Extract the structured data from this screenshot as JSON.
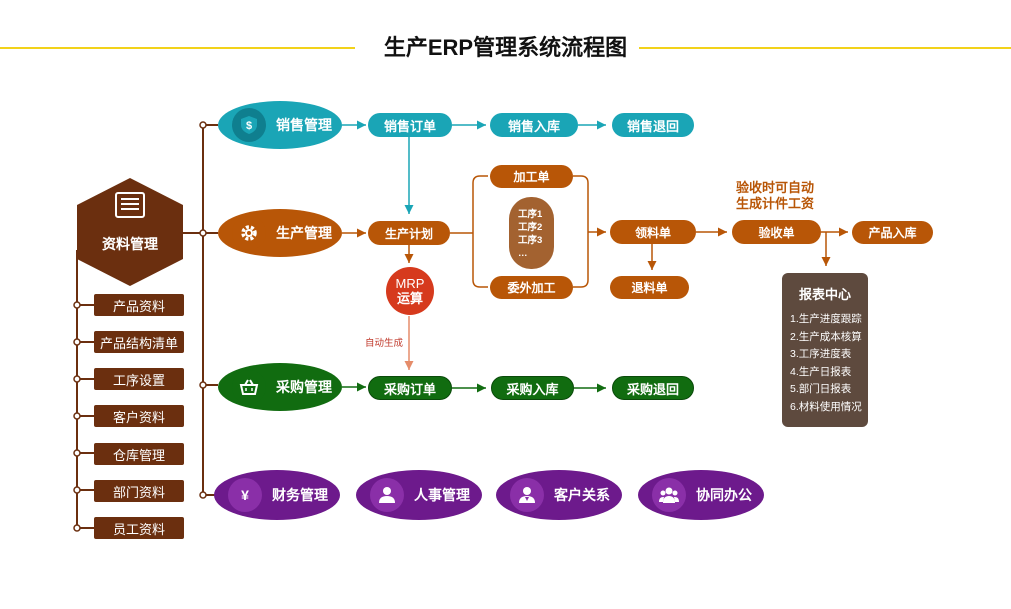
{
  "title": "生产ERP管理系统流程图",
  "hub": {
    "label": "资料管理",
    "icon": "archive-box-icon"
  },
  "data_items": [
    "产品资料",
    "产品结构清单",
    "工序设置",
    "客户资料",
    "仓库管理",
    "部门资料",
    "员工资料"
  ],
  "sales": {
    "label": "销售管理",
    "icon": "dollar-shield-icon",
    "steps": [
      "销售订单",
      "销售入库",
      "销售退回"
    ]
  },
  "production": {
    "label": "生产管理",
    "icon": "gear-icon",
    "plan": "生产计划",
    "process_order": "加工单",
    "outsource": "委外加工",
    "process_steps": [
      "工序1",
      "工序2",
      "工序3",
      "…"
    ],
    "mrp": [
      "MRP",
      "运算"
    ],
    "auto_note": "自动生成",
    "material_req": "领料单",
    "material_return": "退料单",
    "acceptance": "验收单",
    "accept_note": [
      "验收时可自动",
      "生成计件工资"
    ],
    "product_in": "产品入库"
  },
  "report": {
    "title": "报表中心",
    "items": [
      "1.生产进度跟踪",
      "2.生产成本核算",
      "3.工序进度表",
      "4.生产日报表",
      "5.部门日报表",
      "6.材料使用情况"
    ]
  },
  "purchase": {
    "label": "采购管理",
    "icon": "shopping-basket-icon",
    "steps": [
      "采购订单",
      "采购入库",
      "采购退回"
    ]
  },
  "other_modules": [
    {
      "label": "财务管理",
      "icon": "yen-coin-icon"
    },
    {
      "label": "人事管理",
      "icon": "person-icon"
    },
    {
      "label": "客户关系",
      "icon": "customer-icon"
    },
    {
      "label": "协同办公",
      "icon": "team-icon"
    }
  ],
  "colors": {
    "title_line": "#f2d21a",
    "sales": "#1aa5b6",
    "production": "#b85607",
    "purchase": "#116c10",
    "other": "#6d1a8c",
    "hub": "#6b2f0f",
    "report": "#5e4a3e",
    "mrp": "#d63a1d"
  }
}
